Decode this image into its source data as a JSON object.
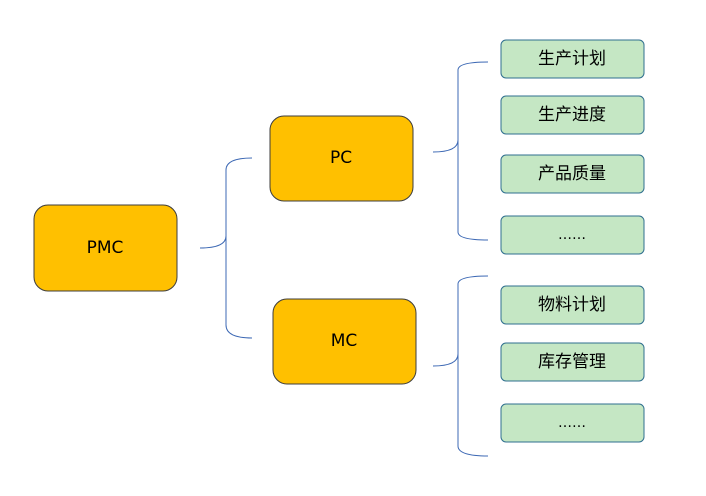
{
  "colors": {
    "orange_fill": "#ffc000",
    "orange_stroke": "#3d3d3d",
    "green_fill": "#c5e7c4",
    "green_stroke": "#2f6f8f",
    "connector": "#3c68b4"
  },
  "root": {
    "label": "PMC"
  },
  "branches": [
    {
      "label": "PC",
      "children": [
        "生产计划",
        "生产进度",
        "产品质量",
        "……"
      ]
    },
    {
      "label": "MC",
      "children": [
        "物料计划",
        "库存管理",
        "……"
      ]
    }
  ]
}
